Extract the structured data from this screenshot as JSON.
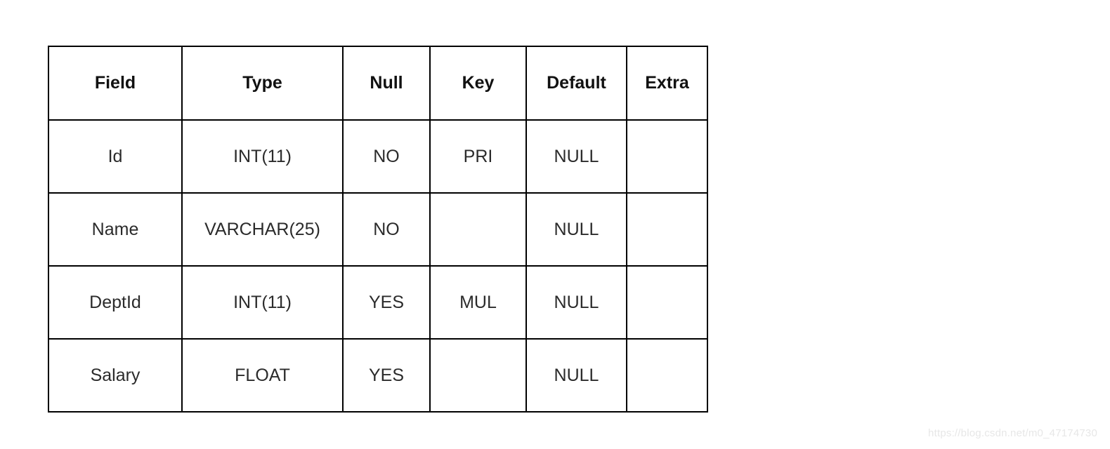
{
  "table": {
    "description": "database-table-schema",
    "headers": [
      "Field",
      "Type",
      "Null",
      "Key",
      "Default",
      "Extra"
    ],
    "rows": [
      [
        "Id",
        "INT(11)",
        "NO",
        "PRI",
        "NULL",
        ""
      ],
      [
        "Name",
        "VARCHAR(25)",
        "NO",
        "",
        "NULL",
        ""
      ],
      [
        "DeptId",
        "INT(11)",
        "YES",
        "MUL",
        "NULL",
        ""
      ],
      [
        "Salary",
        "FLOAT",
        "YES",
        "",
        "NULL",
        ""
      ]
    ]
  },
  "watermark": {
    "text": "https://blog.csdn.net/m0_47174730"
  },
  "colors": {
    "border": "#000000",
    "header_text": "#111111",
    "body_text": "#2b2b2b",
    "watermark_text": "#e7e7e7",
    "background": "#ffffff"
  }
}
